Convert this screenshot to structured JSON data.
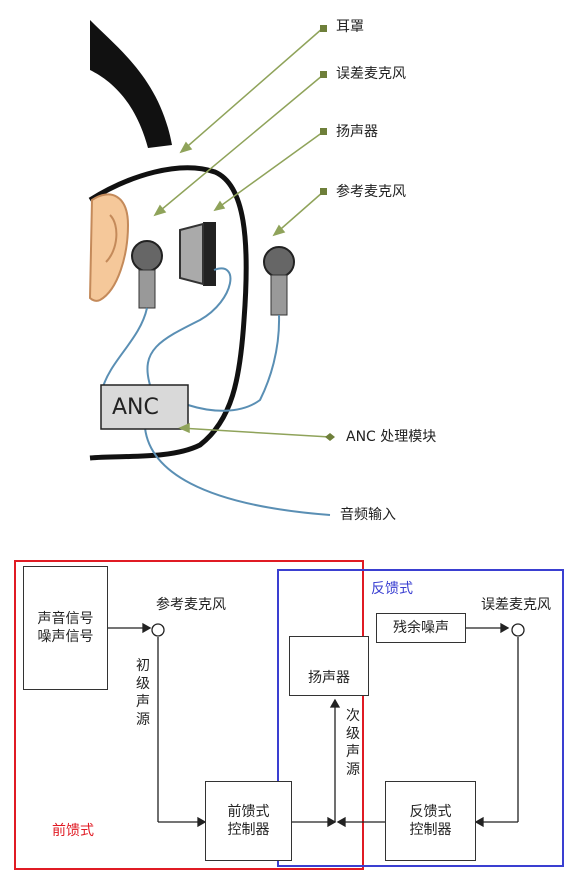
{
  "headphone": {
    "labels": {
      "ear_cup": "耳罩",
      "error_mic": "误差麦克风",
      "speaker": "扬声器",
      "reference_mic": "参考麦克风",
      "anc_module": "ANC 处理模块",
      "audio_input": "音频输入"
    },
    "anc_box_text": "ANC"
  },
  "block": {
    "signal_box": "声音信号\n噪声信号",
    "ref_mic": "参考麦克风",
    "primary_source": "初级声源",
    "speaker": "扬声器",
    "secondary_source": "次级声源",
    "feedforward_controller": "前馈式\n控制器",
    "feedback_controller": "反馈式\n控制器",
    "residual_noise": "残余噪声",
    "error_mic": "误差麦克风",
    "feedforward_label": "前馈式",
    "feedback_label": "反馈式"
  },
  "colors": {
    "feedforward": "#e01b24",
    "feedback": "#3a3fd1",
    "leader": "#8fa35a",
    "cable": "#5a8fb4"
  }
}
